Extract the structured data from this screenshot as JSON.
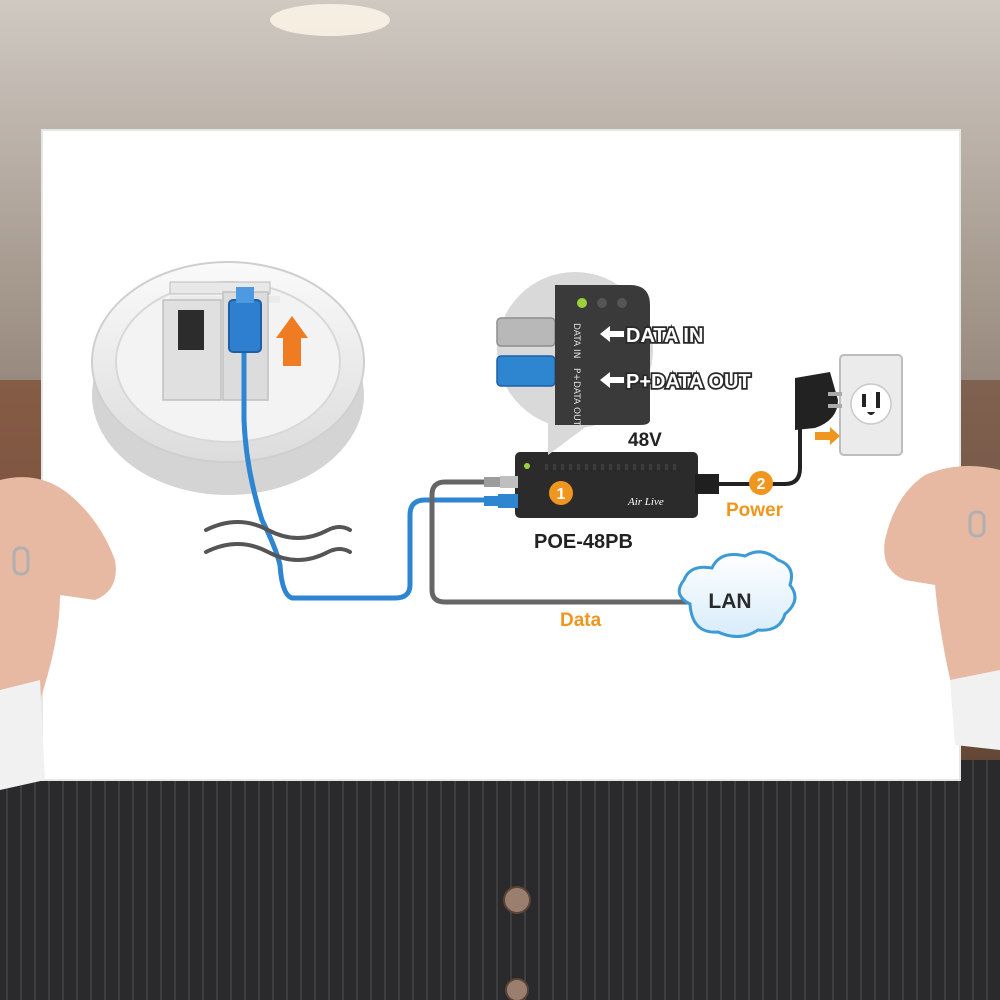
{
  "diagram": {
    "callout": {
      "data_in": "DATA IN",
      "pdata_out": "P+DATA OUT",
      "port_in": "DATA IN",
      "port_out": "P+DATA OUT"
    },
    "injector": {
      "voltage": "48V",
      "model": "POE-48PB",
      "brand": "Air Live",
      "step1": "1"
    },
    "power": {
      "step2": "2",
      "label": "Power"
    },
    "data_label": "Data",
    "cloud_label": "LAN"
  },
  "colors": {
    "blue_cable": "#2f86d0",
    "gray_cable": "#666666",
    "accent_orange": "#f0961e",
    "injector_body": "#2b2b2b",
    "board_white": "#ffffff"
  },
  "icons": [
    "ceiling-access-point",
    "up-arrow-icon",
    "poe-injector",
    "wall-outlet-icon",
    "power-plug-icon",
    "cloud-icon",
    "right-arrow-icon",
    "left-arrow-icon"
  ]
}
